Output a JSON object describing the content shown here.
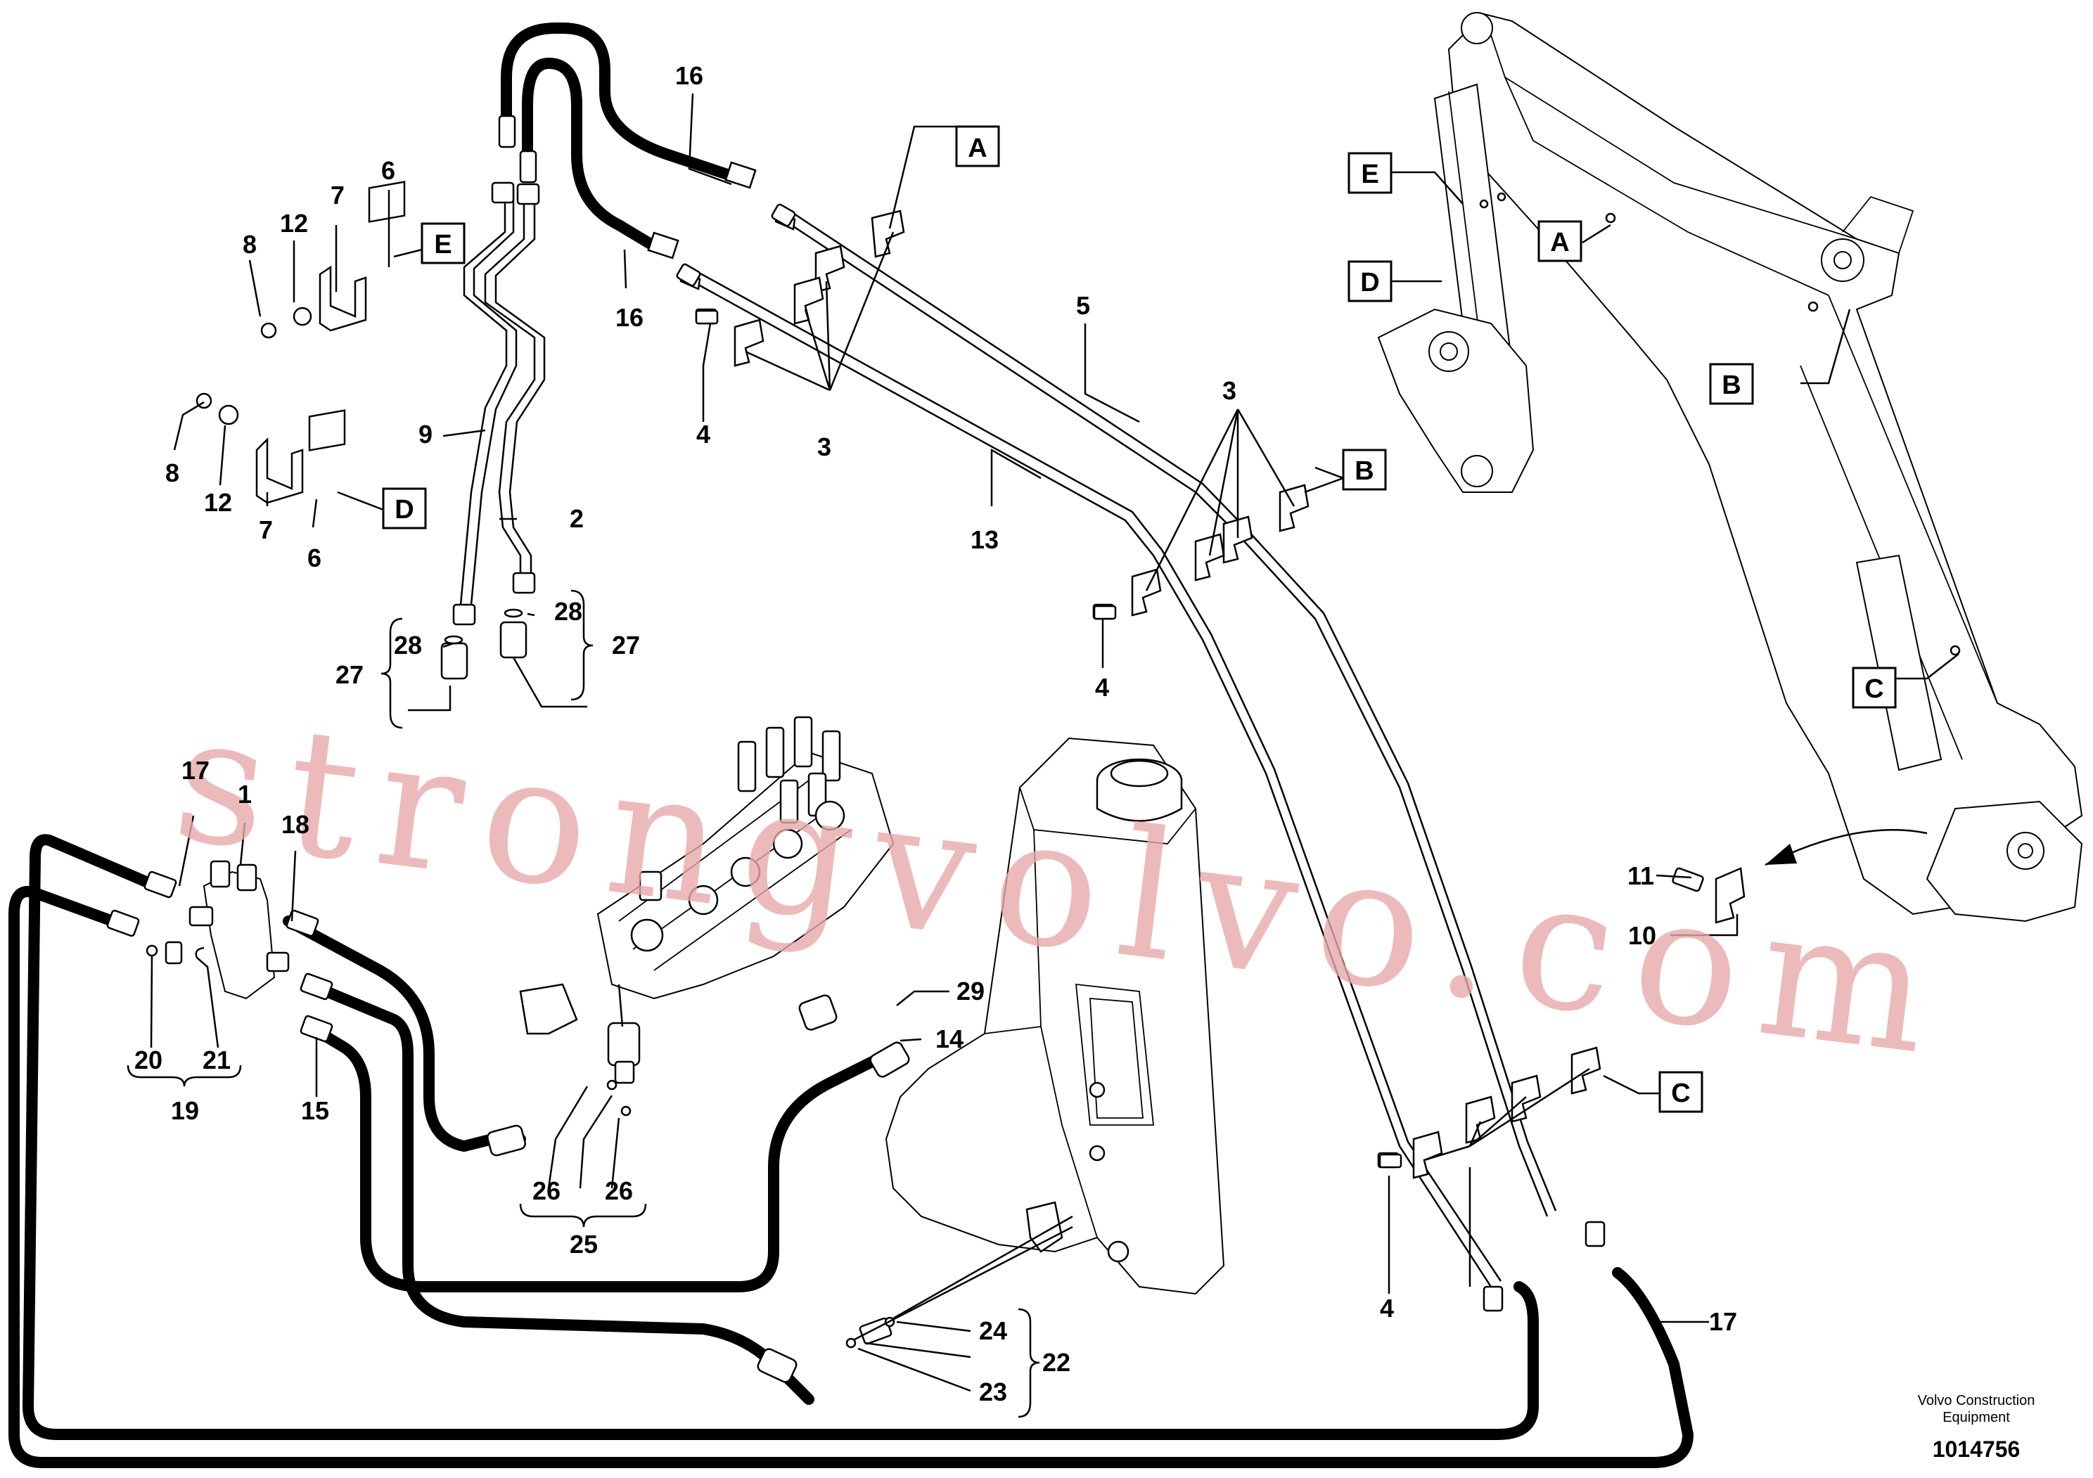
{
  "diagram": {
    "callouts": [
      {
        "id": "c16a",
        "text": "16"
      },
      {
        "id": "c16b",
        "text": "16"
      },
      {
        "id": "c6a",
        "text": "6"
      },
      {
        "id": "c7a",
        "text": "7"
      },
      {
        "id": "c12a",
        "text": "12"
      },
      {
        "id": "c8a",
        "text": "8"
      },
      {
        "id": "c8b",
        "text": "8"
      },
      {
        "id": "c12b",
        "text": "12"
      },
      {
        "id": "c7b",
        "text": "7"
      },
      {
        "id": "c6b",
        "text": "6"
      },
      {
        "id": "c9",
        "text": "9"
      },
      {
        "id": "c2",
        "text": "2"
      },
      {
        "id": "c28a",
        "text": "28"
      },
      {
        "id": "c28b",
        "text": "28"
      },
      {
        "id": "c27a",
        "text": "27"
      },
      {
        "id": "c27b",
        "text": "27"
      },
      {
        "id": "c4a",
        "text": "4"
      },
      {
        "id": "c3a",
        "text": "3"
      },
      {
        "id": "c5",
        "text": "5"
      },
      {
        "id": "c13",
        "text": "13"
      },
      {
        "id": "c3b",
        "text": "3"
      },
      {
        "id": "c4b",
        "text": "4"
      },
      {
        "id": "c17a",
        "text": "17"
      },
      {
        "id": "c1",
        "text": "1"
      },
      {
        "id": "c18",
        "text": "18"
      },
      {
        "id": "c20",
        "text": "20"
      },
      {
        "id": "c21",
        "text": "21"
      },
      {
        "id": "c19",
        "text": "19"
      },
      {
        "id": "c15",
        "text": "15"
      },
      {
        "id": "c29",
        "text": "29"
      },
      {
        "id": "c14",
        "text": "14"
      },
      {
        "id": "c26a",
        "text": "26"
      },
      {
        "id": "c26b",
        "text": "26"
      },
      {
        "id": "c25",
        "text": "25"
      },
      {
        "id": "c11",
        "text": "11"
      },
      {
        "id": "c10",
        "text": "10"
      },
      {
        "id": "c4c",
        "text": "4"
      },
      {
        "id": "c17b",
        "text": "17"
      },
      {
        "id": "c24",
        "text": "24"
      },
      {
        "id": "c22",
        "text": "22"
      },
      {
        "id": "c23",
        "text": "23"
      }
    ],
    "boxes": [
      {
        "id": "bA1",
        "text": "A"
      },
      {
        "id": "bE1",
        "text": "E"
      },
      {
        "id": "bD1",
        "text": "D"
      },
      {
        "id": "bB1",
        "text": "B"
      },
      {
        "id": "bC1",
        "text": "C"
      },
      {
        "id": "bE2",
        "text": "E"
      },
      {
        "id": "bA2",
        "text": "A"
      },
      {
        "id": "bD2",
        "text": "D"
      },
      {
        "id": "bB2",
        "text": "B"
      },
      {
        "id": "bC2",
        "text": "C"
      }
    ],
    "watermark": "strongvolvo.com",
    "footer": {
      "company_line1": "Volvo Construction",
      "company_line2": "Equipment",
      "drawing_number": "1014756"
    }
  }
}
